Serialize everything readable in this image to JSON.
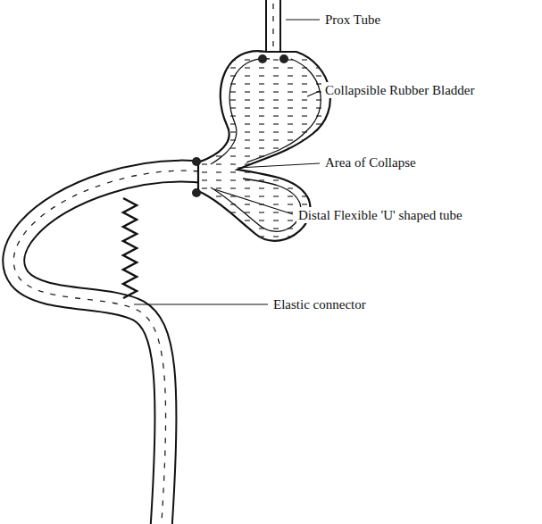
{
  "diagram": {
    "labels": [
      "Prox Tube",
      "Collapsible Rubber Bladder",
      "Area of Collapse",
      "Distal Flexible 'U' shaped tube",
      "Elastic connector"
    ]
  }
}
